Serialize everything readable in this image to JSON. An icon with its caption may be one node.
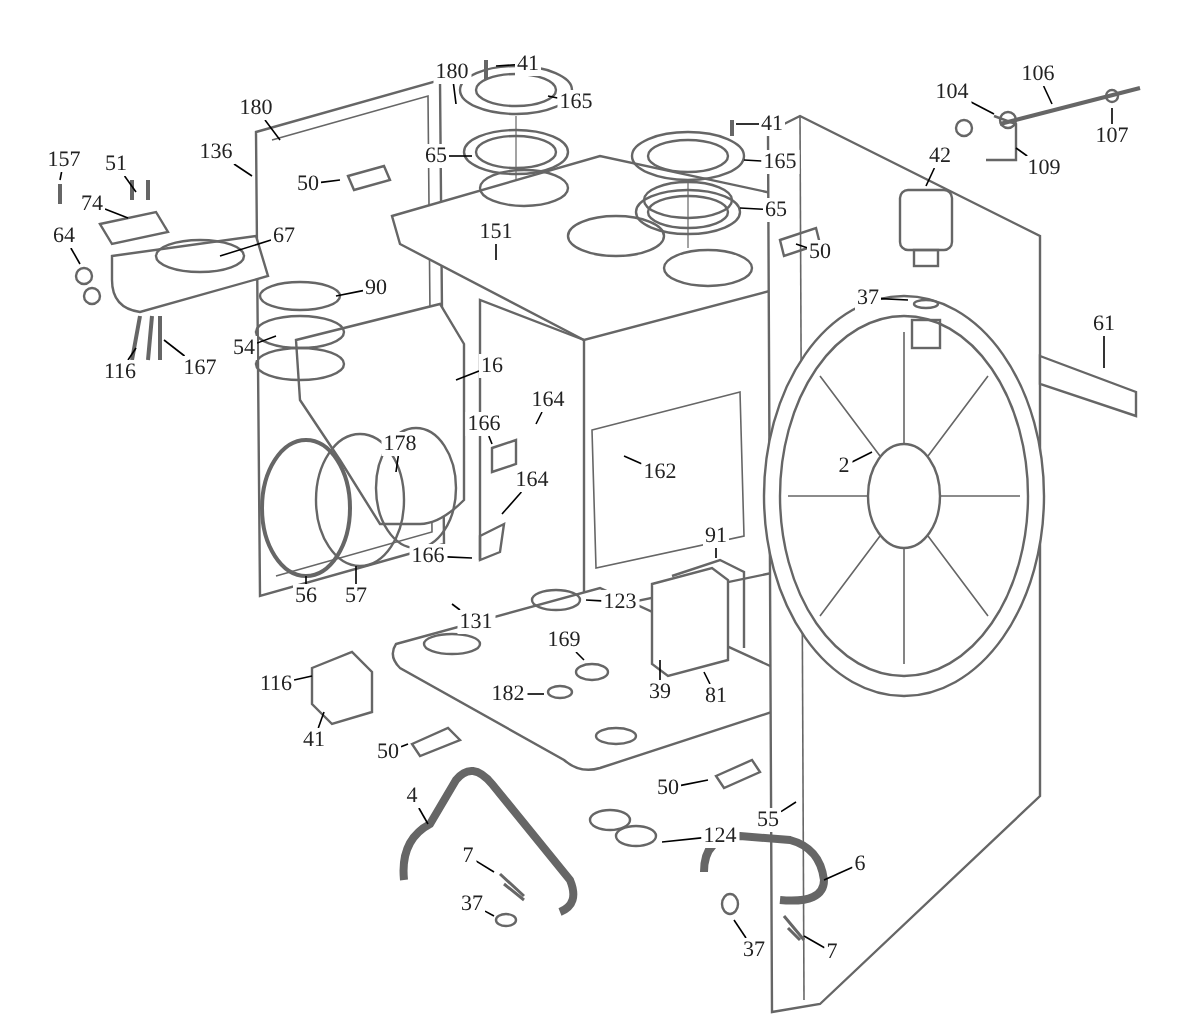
{
  "diagram": {
    "nodes": [
      {
        "text": [
          "157"
        ]
      },
      {
        "text": [
          "51"
        ]
      },
      {
        "text": [
          "74"
        ]
      },
      {
        "text": [
          "64"
        ]
      },
      {
        "text": [
          "67"
        ]
      },
      {
        "text": [
          "90"
        ]
      },
      {
        "text": [
          "54"
        ]
      },
      {
        "text": [
          "116"
        ]
      },
      {
        "text": [
          "167"
        ]
      },
      {
        "text": [
          "180"
        ]
      },
      {
        "text": [
          "136"
        ]
      },
      {
        "text": [
          "180"
        ]
      },
      {
        "text": [
          "41"
        ]
      },
      {
        "text": [
          "165"
        ]
      },
      {
        "text": [
          "65"
        ]
      },
      {
        "text": [
          "50"
        ]
      },
      {
        "text": [
          "151"
        ]
      },
      {
        "text": [
          "16"
        ]
      },
      {
        "text": [
          "166"
        ]
      },
      {
        "text": [
          "164"
        ]
      },
      {
        "text": [
          "178"
        ]
      },
      {
        "text": [
          "162"
        ]
      },
      {
        "text": [
          "164"
        ]
      },
      {
        "text": [
          "166"
        ]
      },
      {
        "text": [
          "56"
        ]
      },
      {
        "text": [
          "57"
        ]
      },
      {
        "text": [
          "131"
        ]
      },
      {
        "text": [
          "123"
        ]
      },
      {
        "text": [
          "169"
        ]
      },
      {
        "text": [
          "182"
        ]
      },
      {
        "text": [
          "39"
        ]
      },
      {
        "text": [
          "81"
        ]
      },
      {
        "text": [
          "91"
        ]
      },
      {
        "text": [
          "116"
        ]
      },
      {
        "text": [
          "41"
        ]
      },
      {
        "text": [
          "50"
        ]
      },
      {
        "text": [
          "50"
        ]
      },
      {
        "text": [
          "55"
        ]
      },
      {
        "text": [
          "124"
        ]
      },
      {
        "text": [
          "4"
        ]
      },
      {
        "text": [
          "7"
        ]
      },
      {
        "text": [
          "37"
        ]
      },
      {
        "text": [
          "6"
        ]
      },
      {
        "text": [
          "37"
        ]
      },
      {
        "text": [
          "7"
        ]
      },
      {
        "text": [
          "42"
        ]
      },
      {
        "text": [
          "37"
        ]
      },
      {
        "text": [
          "2"
        ]
      },
      {
        "text": [
          "61"
        ]
      },
      {
        "text": [
          "104"
        ]
      },
      {
        "text": [
          "106"
        ]
      },
      {
        "text": [
          "107"
        ]
      },
      {
        "text": [
          "109"
        ]
      },
      {
        "text": [
          "41"
        ]
      },
      {
        "text": [
          "165"
        ]
      },
      {
        "text": [
          "65"
        ]
      },
      {
        "text": [
          "50"
        ]
      }
    ],
    "edges": [
      {
        "from": 0,
        "to": null,
        "arrow": "none"
      },
      {
        "from": 1,
        "to": null,
        "arrow": "none"
      },
      {
        "from": 2,
        "to": null,
        "arrow": "none"
      },
      {
        "from": 3,
        "to": null,
        "arrow": "none"
      },
      {
        "from": 4,
        "to": null,
        "arrow": "none"
      },
      {
        "from": 5,
        "to": null,
        "arrow": "none"
      },
      {
        "from": 6,
        "to": null,
        "arrow": "none"
      },
      {
        "from": 7,
        "to": null,
        "arrow": "none"
      },
      {
        "from": 8,
        "to": null,
        "arrow": "none"
      },
      {
        "from": 9,
        "to": null,
        "arrow": "none"
      },
      {
        "from": 10,
        "to": null,
        "arrow": "none"
      },
      {
        "from": 11,
        "to": null,
        "arrow": "none"
      },
      {
        "from": 12,
        "to": null,
        "arrow": "none"
      },
      {
        "from": 13,
        "to": null,
        "arrow": "none"
      },
      {
        "from": 14,
        "to": null,
        "arrow": "none"
      },
      {
        "from": 15,
        "to": null,
        "arrow": "none"
      },
      {
        "from": 16,
        "to": null,
        "arrow": "none"
      },
      {
        "from": 17,
        "to": null,
        "arrow": "none"
      },
      {
        "from": 18,
        "to": null,
        "arrow": "none"
      },
      {
        "from": 19,
        "to": null,
        "arrow": "none"
      },
      {
        "from": 20,
        "to": null,
        "arrow": "none"
      },
      {
        "from": 21,
        "to": null,
        "arrow": "none"
      },
      {
        "from": 22,
        "to": null,
        "arrow": "none"
      },
      {
        "from": 23,
        "to": null,
        "arrow": "none"
      },
      {
        "from": 24,
        "to": null,
        "arrow": "none"
      },
      {
        "from": 25,
        "to": null,
        "arrow": "none"
      },
      {
        "from": 26,
        "to": null,
        "arrow": "none"
      },
      {
        "from": 27,
        "to": null,
        "arrow": "none"
      },
      {
        "from": 28,
        "to": null,
        "arrow": "none"
      },
      {
        "from": 29,
        "to": null,
        "arrow": "none"
      },
      {
        "from": 30,
        "to": null,
        "arrow": "none"
      },
      {
        "from": 31,
        "to": null,
        "arrow": "none"
      },
      {
        "from": 32,
        "to": null,
        "arrow": "none"
      },
      {
        "from": 33,
        "to": null,
        "arrow": "none"
      },
      {
        "from": 34,
        "to": null,
        "arrow": "none"
      },
      {
        "from": 35,
        "to": null,
        "arrow": "none"
      },
      {
        "from": 36,
        "to": null,
        "arrow": "none"
      },
      {
        "from": 37,
        "to": null,
        "arrow": "none"
      },
      {
        "from": 38,
        "to": null,
        "arrow": "none"
      },
      {
        "from": 39,
        "to": null,
        "arrow": "none"
      },
      {
        "from": 40,
        "to": null,
        "arrow": "none"
      },
      {
        "from": 41,
        "to": null,
        "arrow": "none"
      },
      {
        "from": 42,
        "to": null,
        "arrow": "none"
      },
      {
        "from": 43,
        "to": null,
        "arrow": "none"
      },
      {
        "from": 44,
        "to": null,
        "arrow": "none"
      },
      {
        "from": 45,
        "to": null,
        "arrow": "none"
      },
      {
        "from": 46,
        "to": null,
        "arrow": "none"
      },
      {
        "from": 47,
        "to": null,
        "arrow": "none"
      },
      {
        "from": 48,
        "to": null,
        "arrow": "none"
      },
      {
        "from": 49,
        "to": null,
        "arrow": "none"
      },
      {
        "from": 50,
        "to": null,
        "arrow": "none"
      },
      {
        "from": 51,
        "to": null,
        "arrow": "none"
      },
      {
        "from": 52,
        "to": null,
        "arrow": "none"
      },
      {
        "from": 53,
        "to": null,
        "arrow": "none"
      },
      {
        "from": 54,
        "to": null,
        "arrow": "none"
      },
      {
        "from": 55,
        "to": null,
        "arrow": "none"
      },
      {
        "from": 56,
        "to": null,
        "arrow": "none"
      }
    ]
  }
}
